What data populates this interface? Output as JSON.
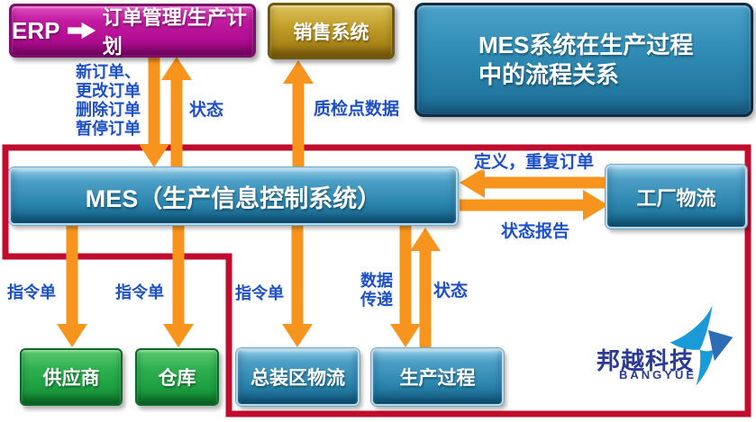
{
  "header": {
    "title_line1": "MES系统在生产过程",
    "title_line2": "中的流程关系"
  },
  "nodes": {
    "erp": {
      "tag": "ERP",
      "label": "订单管理/生产计划"
    },
    "sales": {
      "label": "销售系统"
    },
    "mes": {
      "label": "MES（生产信息控制系统）"
    },
    "factory_logistics": {
      "label": "工厂物流"
    },
    "supplier": {
      "label": "供应商"
    },
    "warehouse": {
      "label": "仓库"
    },
    "assembly_logistics": {
      "label": "总装区物流"
    },
    "production": {
      "label": "生产过程"
    }
  },
  "flow_labels": {
    "order_ops": [
      "新订单、",
      "更改订单",
      "删除订单",
      "暂停订单"
    ],
    "status_to_erp": "状态",
    "qc_point_data": "质检点数据",
    "define_repeat_order": "定义，重复订单",
    "status_report": "状态报告",
    "order_to_supplier": "指令单",
    "order_to_warehouse": "指令单",
    "order_to_assembly": "指令单",
    "data_transfer": [
      "数据",
      "传递"
    ],
    "status_from_production": "状态"
  },
  "logo": {
    "name_cn": "邦越科技",
    "name_en": "BANGYUE"
  },
  "colors": {
    "arrow_orange": "#F7941D",
    "scope_border_red": "#C00D2E",
    "flow_label_blue": "#1D4FC8",
    "box_magenta": "#B30D93",
    "box_gold": "#C2A02C",
    "box_blue": "#2D88B0",
    "box_green": "#2FB050",
    "logo_text_blue": "#2B3A94",
    "logo_mark_light_blue": "#1A9BD7",
    "logo_mark_dark_blue": "#2E6DB5"
  }
}
